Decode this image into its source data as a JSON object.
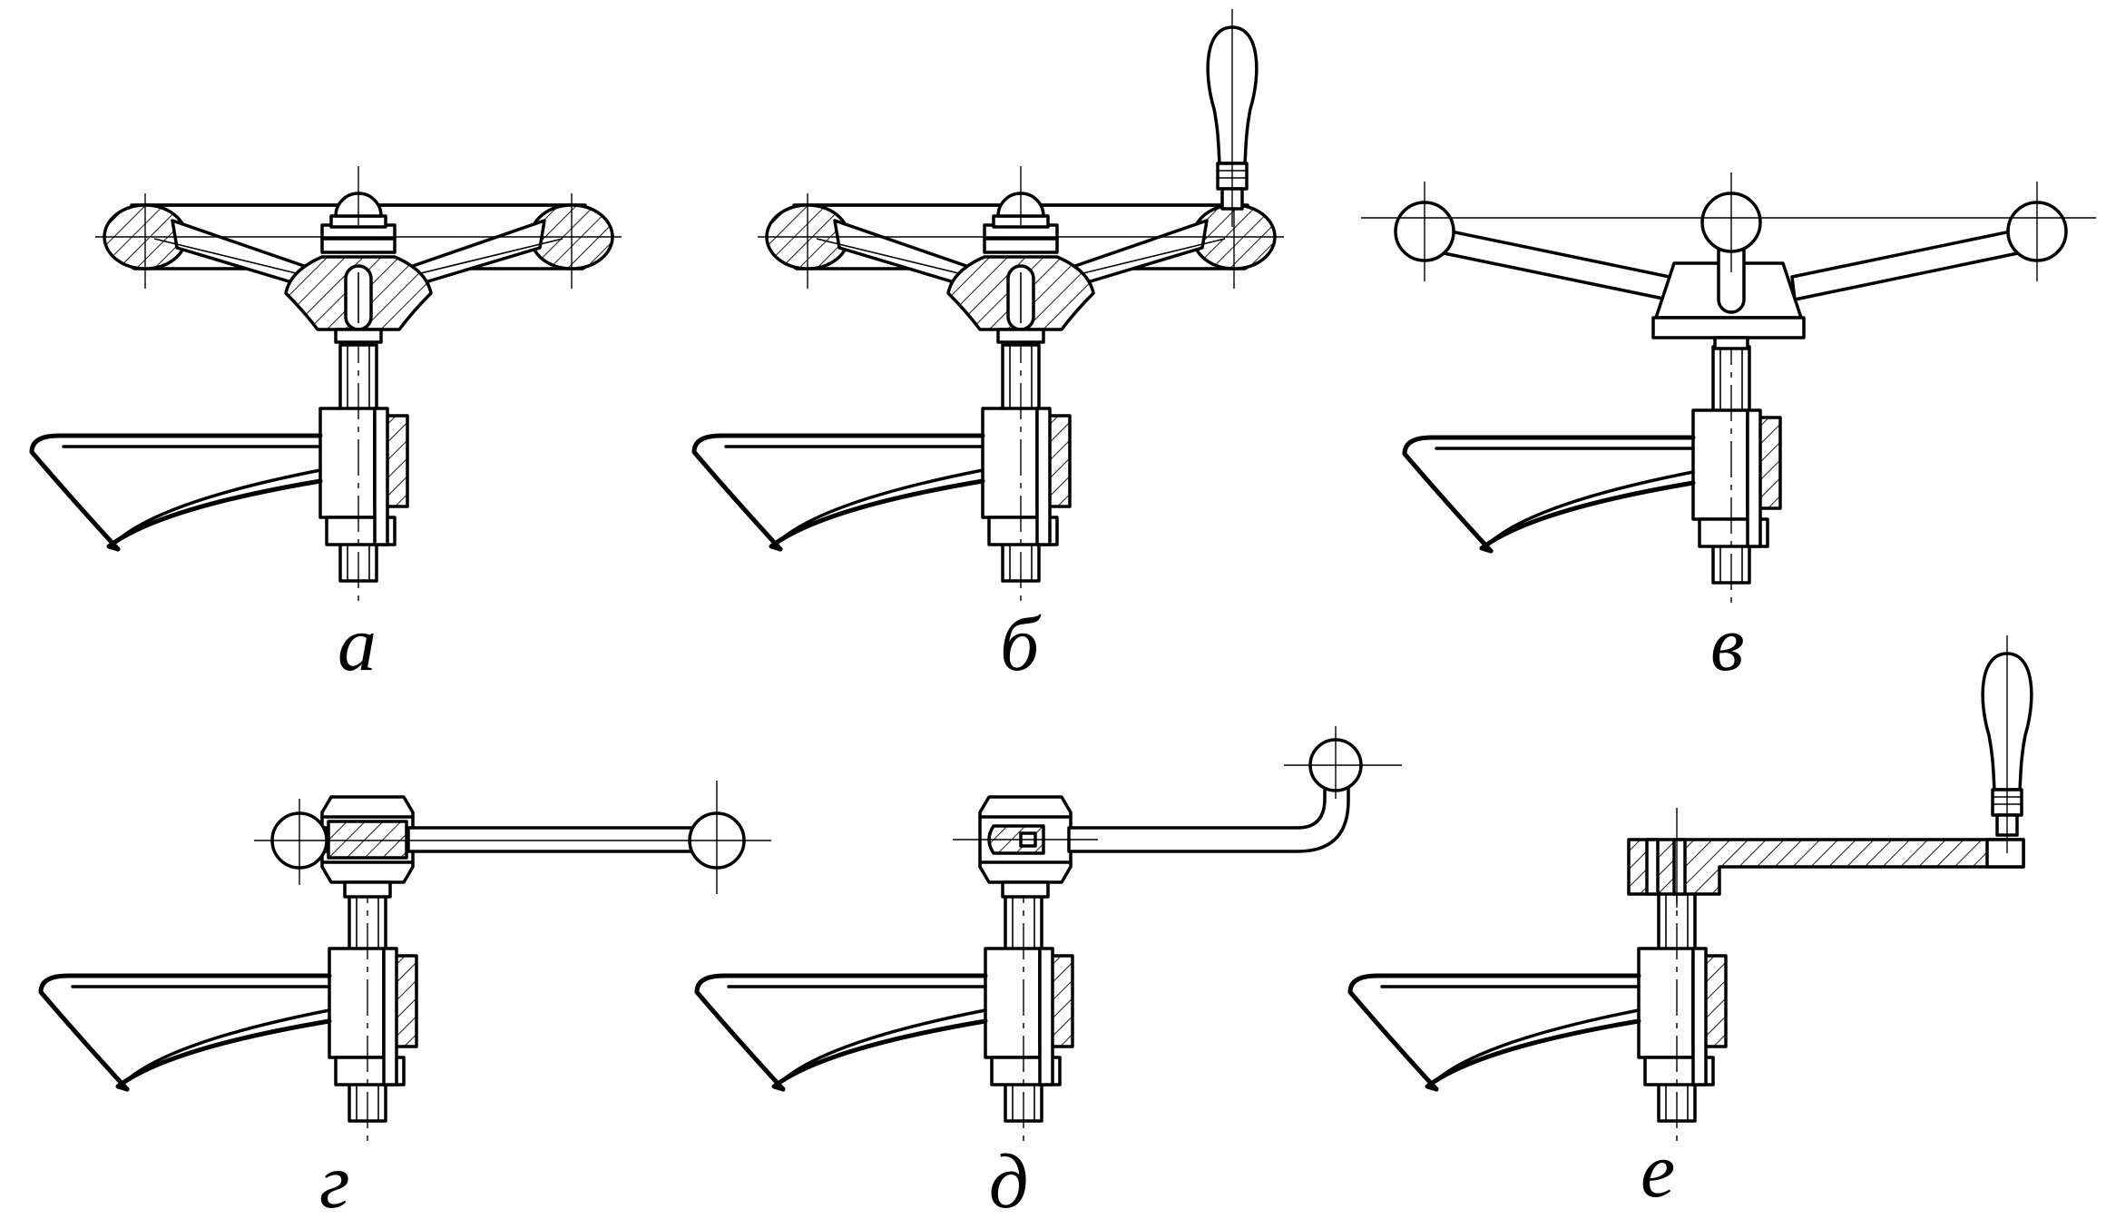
{
  "figure": {
    "panels": [
      {
        "id": "a",
        "label": "а",
        "handle": "handwheel-three-spoke"
      },
      {
        "id": "b",
        "label": "б",
        "handle": "handwheel-with-crank-handle"
      },
      {
        "id": "v",
        "label": "в",
        "handle": "star-knob-ball-handles"
      },
      {
        "id": "g",
        "label": "г",
        "handle": "straight-lever-ball-ends"
      },
      {
        "id": "d",
        "label": "д",
        "handle": "bent-lever-ball-end"
      },
      {
        "id": "e",
        "label": "е",
        "handle": "crank-arm-with-grip"
      }
    ]
  }
}
